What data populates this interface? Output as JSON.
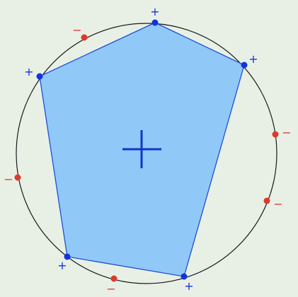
{
  "colors": {
    "background": "#e8f0e6",
    "circle": "#1a1a1a",
    "polygon_fill": "#90c8f8",
    "polygon_stroke": "#1f4fd6",
    "positive_point": "#1233dd",
    "negative_point": "#e0392b",
    "positive_label": "#1233dd",
    "negative_label": "#e0392b",
    "center_cross": "#1236c8"
  },
  "icons": {
    "center_symbol": "plus-sign-icon"
  },
  "points": [
    {
      "id": "p1",
      "sign": "positive",
      "label": "+"
    },
    {
      "id": "n1",
      "sign": "negative",
      "label": "−"
    },
    {
      "id": "p2",
      "sign": "positive",
      "label": "+"
    },
    {
      "id": "n2",
      "sign": "negative",
      "label": "−"
    },
    {
      "id": "p3",
      "sign": "positive",
      "label": "+"
    },
    {
      "id": "n3",
      "sign": "negative",
      "label": "−"
    },
    {
      "id": "p4",
      "sign": "positive",
      "label": "+"
    },
    {
      "id": "n4",
      "sign": "negative",
      "label": "−"
    },
    {
      "id": "p5",
      "sign": "positive",
      "label": "+"
    },
    {
      "id": "n5",
      "sign": "negative",
      "label": "−"
    }
  ]
}
